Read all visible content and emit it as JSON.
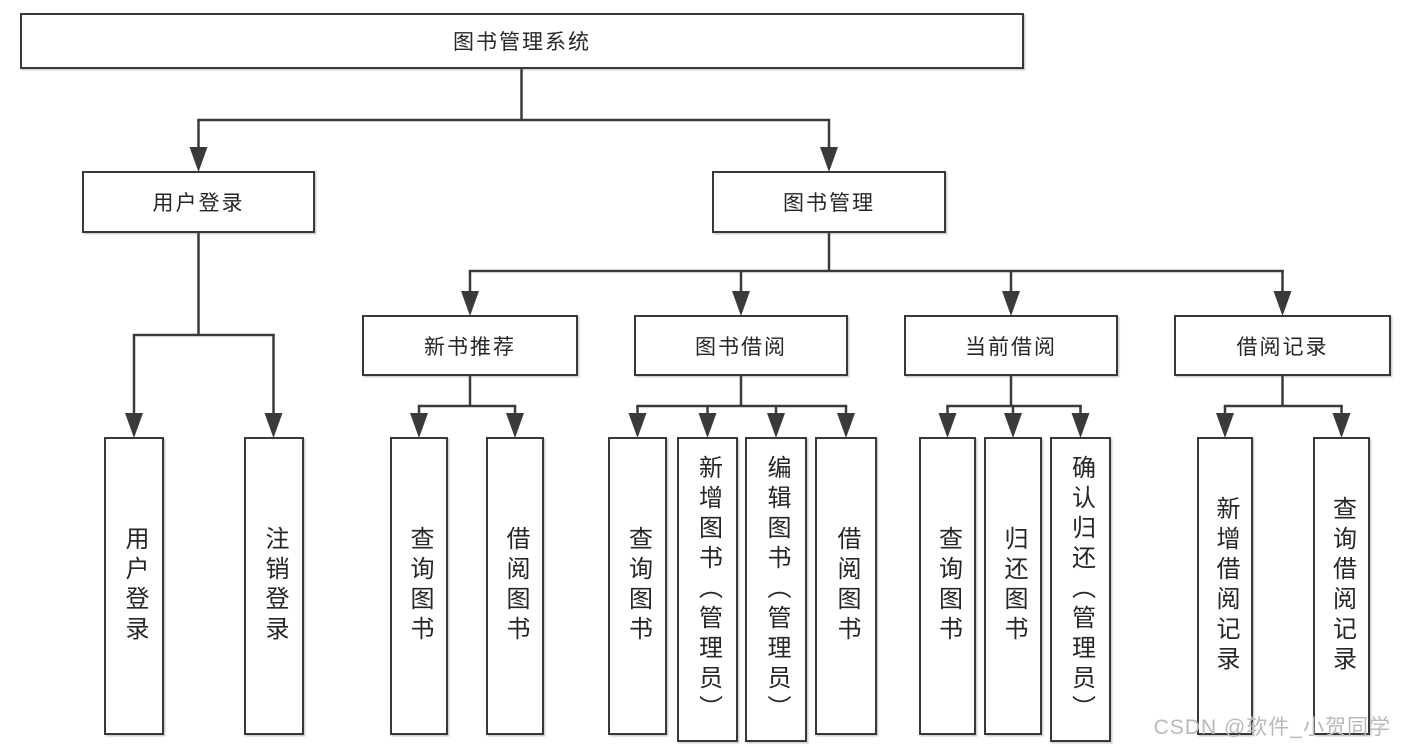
{
  "diagram": {
    "root": {
      "label": "图书管理系统"
    },
    "level1": [
      {
        "label": "用户登录"
      },
      {
        "label": "图书管理"
      }
    ],
    "level2": [
      {
        "label": "新书推荐"
      },
      {
        "label": "图书借阅"
      },
      {
        "label": "当前借阅"
      },
      {
        "label": "借阅记录"
      }
    ],
    "leaves": {
      "user_login": [
        {
          "label": "用户登录"
        },
        {
          "label": "注销登录"
        }
      ],
      "new_books": [
        {
          "label": "查询图书"
        },
        {
          "label": "借阅图书"
        }
      ],
      "borrowing": [
        {
          "label": "查询图书"
        },
        {
          "label": "新增图书（管理员）"
        },
        {
          "label": "编辑图书（管理员）"
        },
        {
          "label": "借阅图书"
        }
      ],
      "current": [
        {
          "label": "查询图书"
        },
        {
          "label": "归还图书"
        },
        {
          "label": "确认归还（管理员）"
        }
      ],
      "records": [
        {
          "label": "新增借阅记录"
        },
        {
          "label": "查询借阅记录"
        }
      ]
    }
  },
  "watermark": {
    "text": "CSDN @软件_小贺同学"
  },
  "colors": {
    "line": "#3a3a3a",
    "box_border": "#383838",
    "text": "#262626",
    "watermark": "#b9b9b9",
    "background": "#ffffff"
  }
}
